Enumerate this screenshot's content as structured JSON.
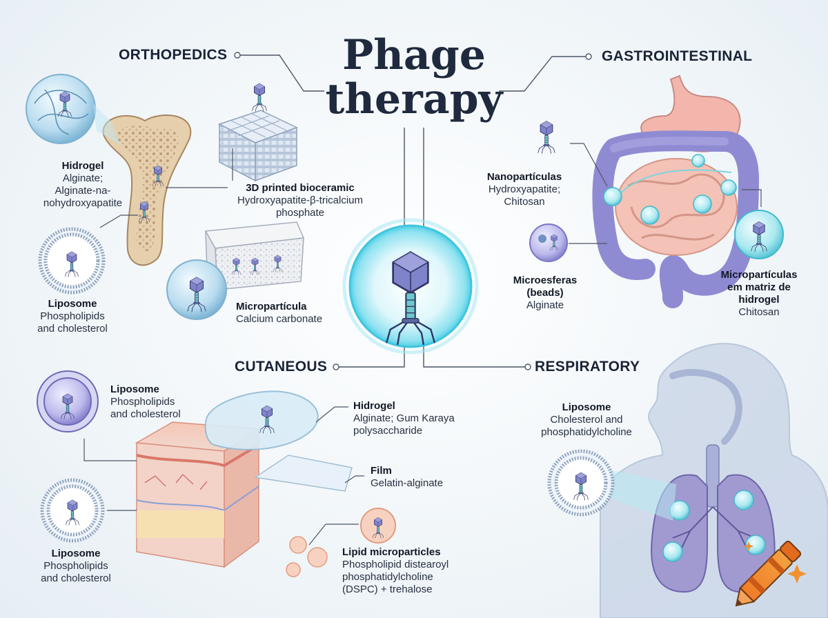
{
  "title": {
    "line1": "Phage",
    "line2": "therapy"
  },
  "sections": {
    "orthopedics": "ORTHOPEDICS",
    "gastrointestinal": "GASTROINTESTINAL",
    "cutaneous": "CUTANEOUS",
    "respiratory": "RESPIRATORY"
  },
  "orthopedics": {
    "hidrogel": {
      "name": "Hidrogel",
      "desc": [
        "Alginate;",
        "Alginate-na-",
        "nohydroxyapatite"
      ]
    },
    "bioceramic": {
      "name": "3D printed bioceramic",
      "desc": [
        "Hydroxyapatite-β-tricalcium",
        "phosphate"
      ]
    },
    "liposome": {
      "name": "Liposome",
      "desc": [
        "Phospholipids",
        "and cholesterol"
      ]
    },
    "microparticula": {
      "name": "Micropartícula",
      "desc": [
        "Calcium carbonate"
      ]
    }
  },
  "gastrointestinal": {
    "nanoparticulas": {
      "name": "Nanopartículas",
      "desc": [
        "Hydroxyapatite;",
        "Chitosan"
      ]
    },
    "microesferas": {
      "name": [
        "Microesferas",
        "(beads)"
      ],
      "desc": [
        "Alginate"
      ]
    },
    "microparticulas": {
      "name": [
        "Micropartículas",
        "em matriz de",
        "hidrogel"
      ],
      "desc": [
        "Chitosan"
      ]
    }
  },
  "cutaneous": {
    "liposome_top": {
      "name": "Liposome",
      "desc": [
        "Phospholipids",
        "and cholesterol"
      ]
    },
    "hidrogel": {
      "name": "Hidrogel",
      "desc": [
        "Alginate; Gum Karaya",
        "polysaccharide"
      ]
    },
    "film": {
      "name": "Film",
      "desc": [
        "Gelatin-alginate"
      ]
    },
    "liposome_bottom": {
      "name": "Liposome",
      "desc": [
        "Phospholipids",
        "and cholesterol"
      ]
    },
    "lipid": {
      "name": "Lipid microparticles",
      "desc": [
        "Phospholipid distearoyl",
        "phosphatidylcholine",
        "(DSPC) + trehalose"
      ]
    }
  },
  "respiratory": {
    "liposome": {
      "name": "Liposome",
      "desc": [
        "Cholesterol and",
        "phosphatidylcholine"
      ]
    }
  },
  "colors": {
    "phage_head": "#7b7fc4",
    "glow": "#5fd6ea",
    "bone": "#d8b894",
    "intestine": "#8a86cf",
    "skin": "#f2b8a6",
    "lung": "#8c85c2"
  },
  "icons": [
    "phage-icon",
    "crayon-icon",
    "sparkle-icon"
  ]
}
